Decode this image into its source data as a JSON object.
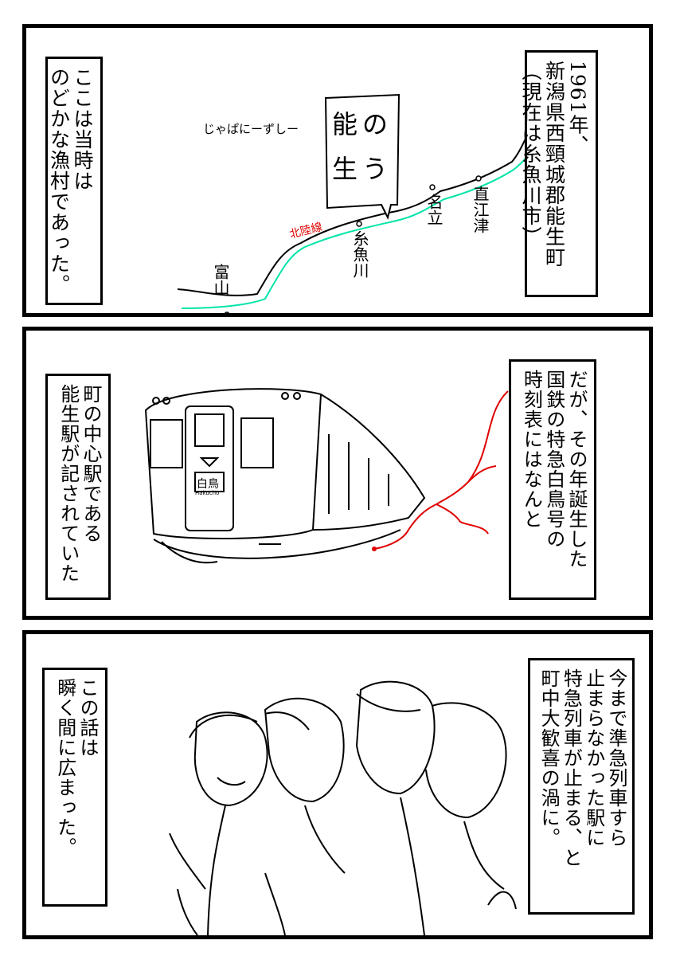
{
  "panel1": {
    "caption_right": [
      "1961年、",
      "新潟県西頸城郡能生町",
      "（現在は糸魚川市）"
    ],
    "caption_left": [
      "ここは当時は",
      "のどかな漁村であった。"
    ],
    "map": {
      "sign_text": [
        "能の",
        "生う"
      ],
      "sign_subtitle": "じゃぱにーずしー",
      "rail_line_label": "北陸線",
      "stations": [
        "富山",
        "糸魚川",
        "名立",
        "直江津"
      ]
    },
    "colors": {
      "rail_line": "#00e5a8",
      "rail_label": "#e00000"
    }
  },
  "panel2": {
    "caption_right": [
      "だが、その年誕生した",
      "国鉄の特急白鳥号の",
      "時刻表にはなんと"
    ],
    "caption_left": [
      "町の中心駅である",
      "能生駅が記されていた"
    ],
    "train_headboard": "白鳥",
    "train_headboard_romaji": "Hakucho",
    "colors": {
      "route": "#e00000"
    }
  },
  "panel3": {
    "caption_right": [
      "今まで準急列車すら",
      "止まらなかった駅に",
      "特急列車が止まる、と",
      "町中大歓喜の渦に。"
    ],
    "caption_left": [
      "この話は",
      "瞬く間に広まった。"
    ]
  }
}
